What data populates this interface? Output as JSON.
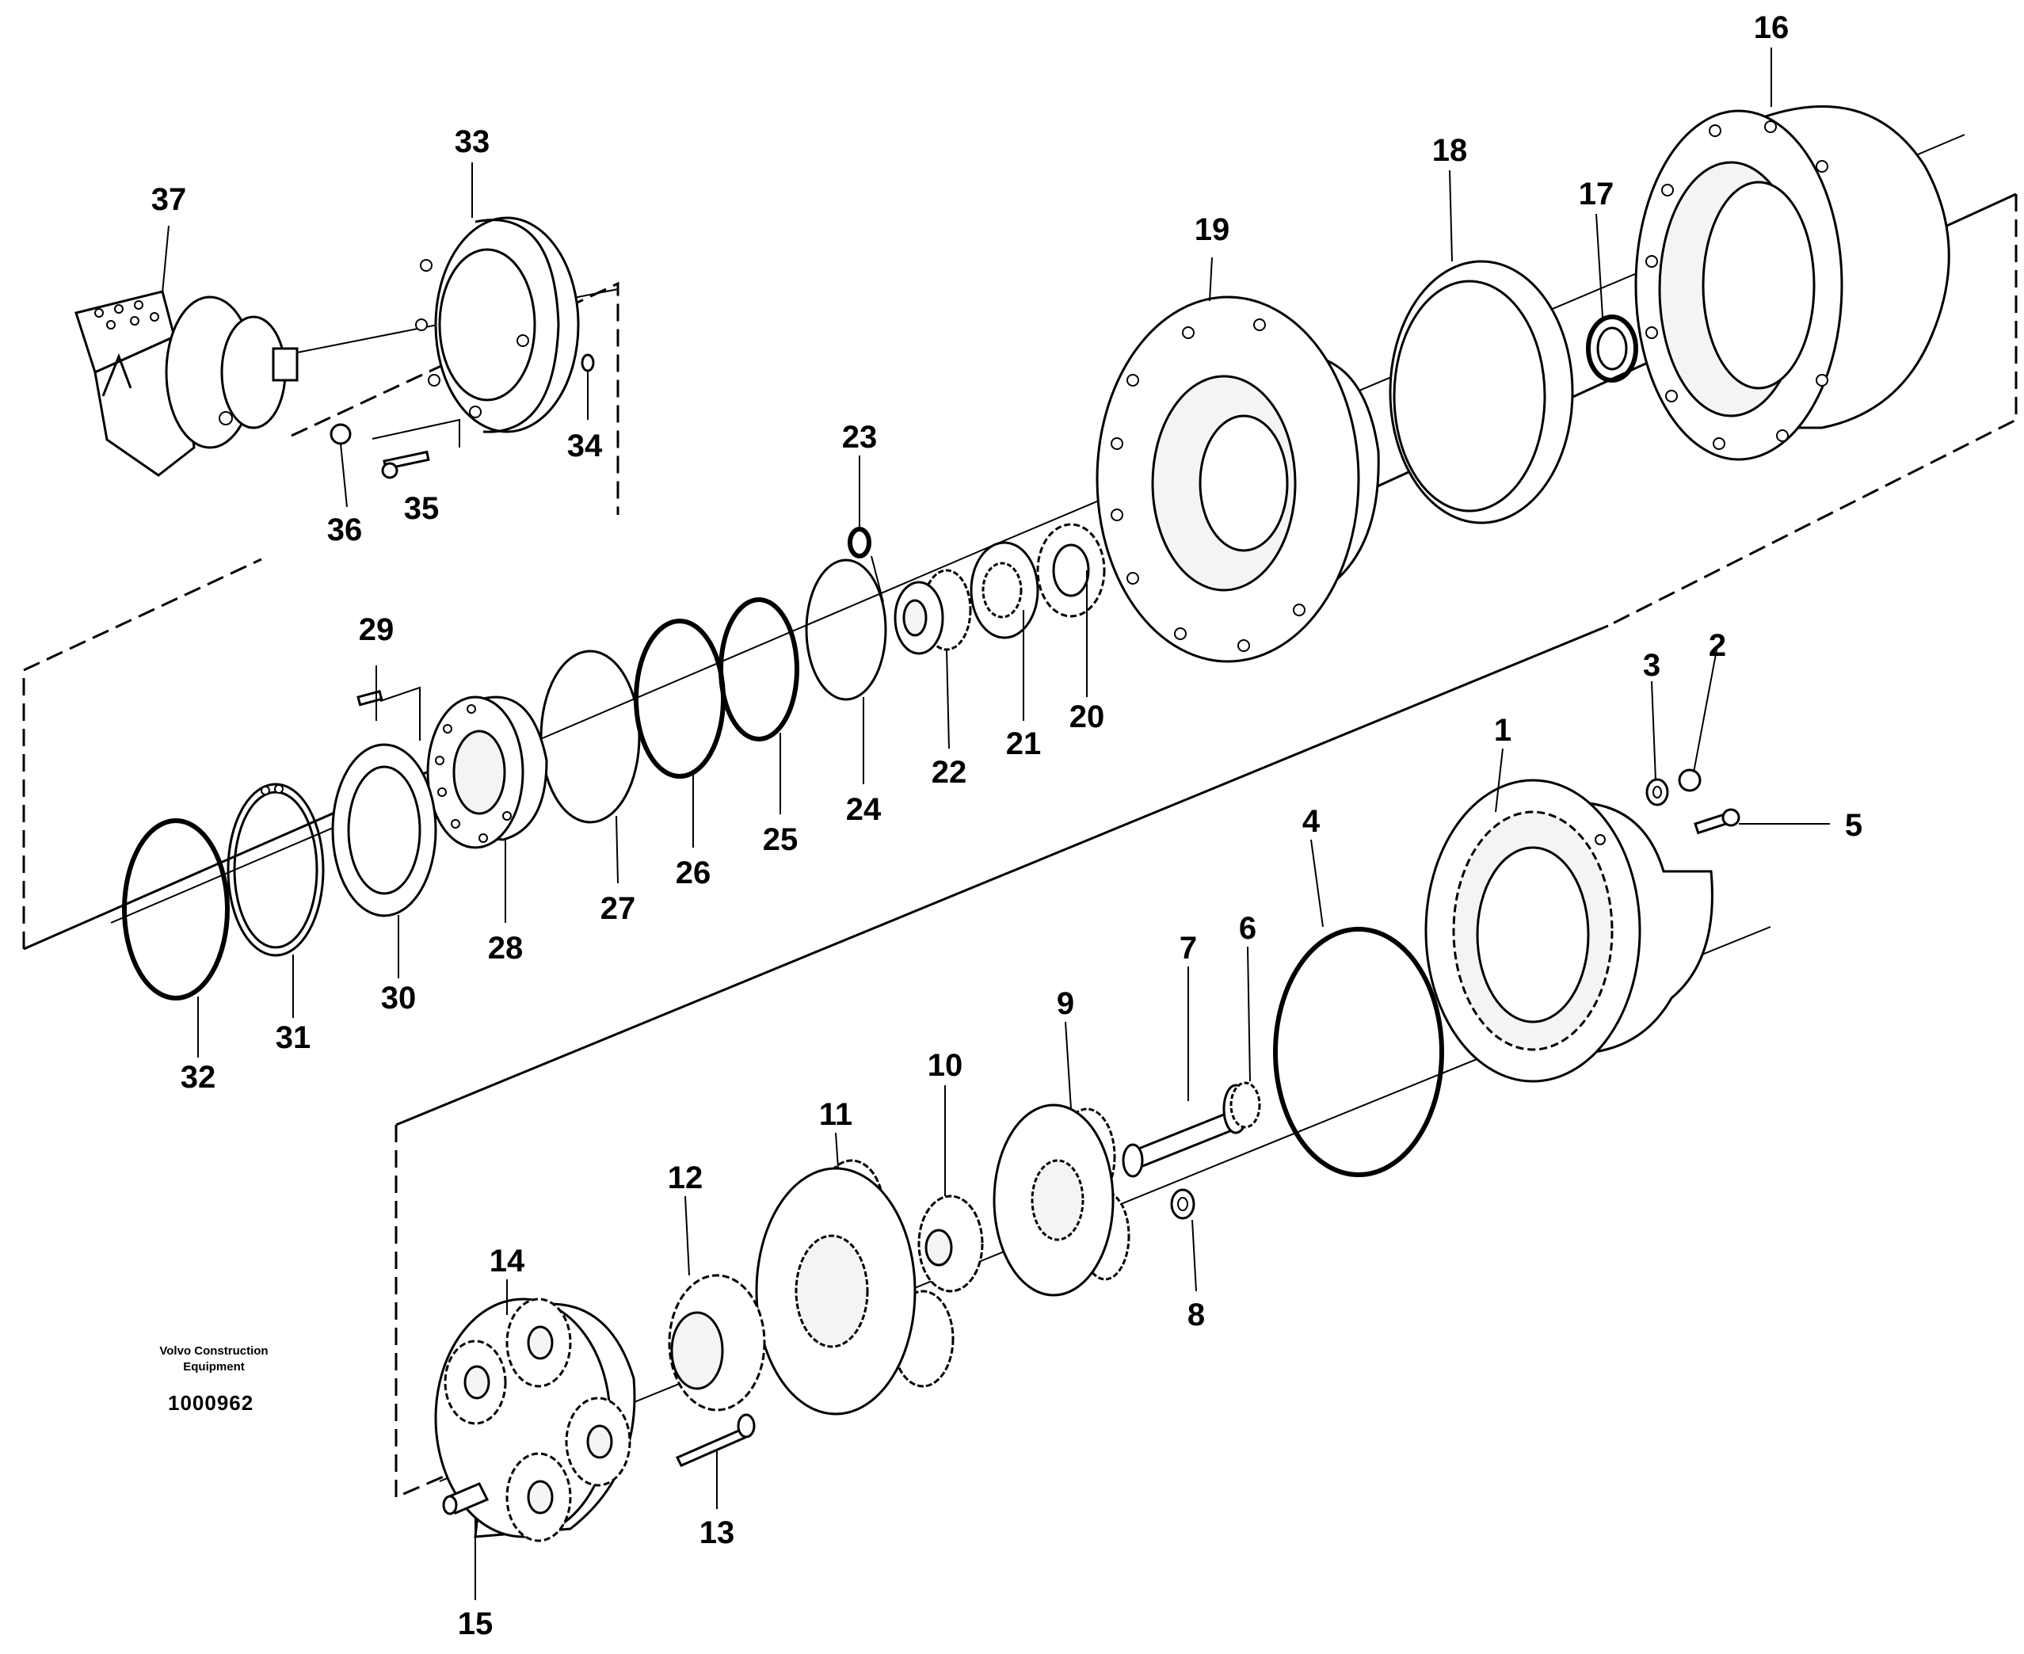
{
  "caption": {
    "line1": "Volvo Construction",
    "line2": "Equipment",
    "doc_number": "1000962"
  },
  "callouts": {
    "c1": "1",
    "c2": "2",
    "c3": "3",
    "c4": "4",
    "c5": "5",
    "c6": "6",
    "c7": "7",
    "c8": "8",
    "c9": "9",
    "c10": "10",
    "c11": "11",
    "c12": "12",
    "c13": "13",
    "c14": "14",
    "c15": "15",
    "c16": "16",
    "c17": "17",
    "c18": "18",
    "c19": "19",
    "c20": "20",
    "c21": "21",
    "c22": "22",
    "c23": "23",
    "c24": "24",
    "c25": "25",
    "c26": "26",
    "c27": "27",
    "c28": "28",
    "c29": "29",
    "c30": "30",
    "c31": "31",
    "c32": "32",
    "c33": "33",
    "c34": "34",
    "c35": "35",
    "c36": "36",
    "c37": "37"
  }
}
